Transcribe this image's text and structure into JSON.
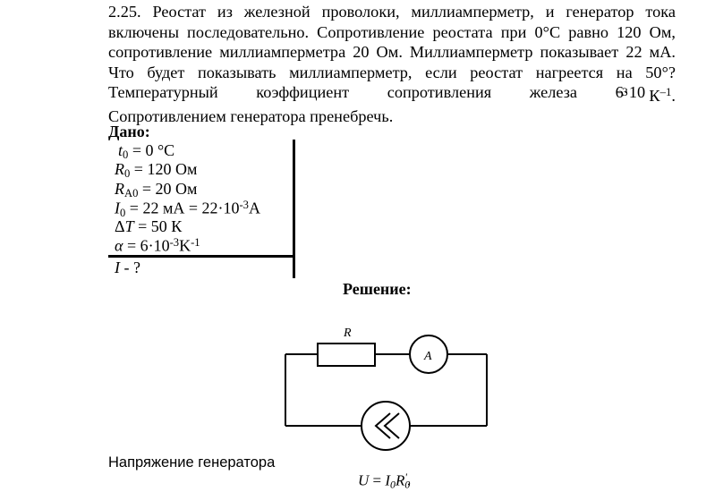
{
  "problem": {
    "lines": [
      "2.25. Реостат из железной проволоки, миллиамперметр, и генератор тока",
      "включены последовательно. Сопротивление реостата при 0°С равно 120 Ом,",
      "сопротивление миллиамперметра 20 Ом. Миллиамперметр показывает 22 мА.",
      "Что будет показывать миллиамперметр, если реостат нагреется на 50°?",
      "Температурный коэффициент сопротивления железа 6·10",
      "Сопротивлением генератора пренебречь."
    ],
    "exp1": "–3",
    "unit": "К",
    "exp2": "–1",
    "tail": "."
  },
  "given": {
    "title": "Дано:",
    "t0": {
      "sym": "t",
      "sub": "0",
      "rest": " = 0 °С"
    },
    "R0": {
      "sym": "R",
      "sub": "0",
      "rest": " = 120 Ом"
    },
    "RA0": {
      "sym": "R",
      "sub": "A0",
      "rest": " = 20 Ом"
    },
    "I0": {
      "sym": "I",
      "sub": "0",
      "rest": " = 22 мА = 22·10",
      "sup": "-3",
      "tail": "А"
    },
    "dT": {
      "pre": "Δ",
      "sym": "T",
      "rest": " = 50 К"
    },
    "alpha": {
      "sym": "α",
      "rest": " = 6·10",
      "sup": "-3",
      "tail": "K",
      "sup2": "-1"
    }
  },
  "find": {
    "sym": "I",
    "rest": " - ?"
  },
  "solution": {
    "title": "Решение:"
  },
  "circuit": {
    "resistor_label": "R",
    "ammeter_label": "A"
  },
  "voltage": {
    "text": "Напряжение генератора"
  },
  "formula": {
    "lhs": "U",
    "eq": " = ",
    "i": "I",
    "i_sub": "0",
    "r": "R",
    "r_sub": "0",
    "prime": "'",
    "end": "."
  }
}
